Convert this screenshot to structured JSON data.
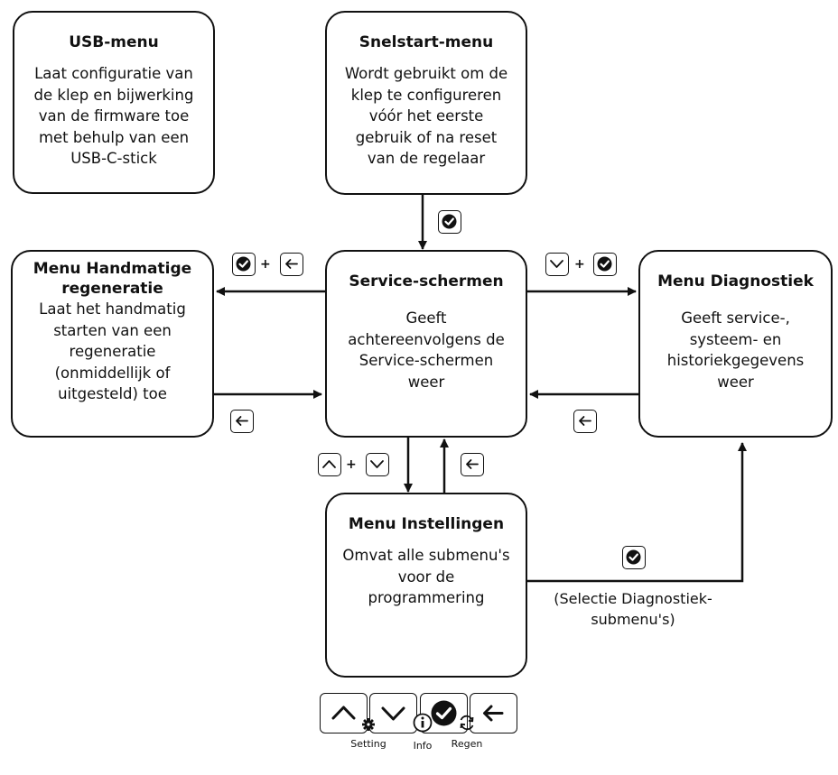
{
  "boxes": {
    "usb": {
      "title": "USB-menu",
      "body": [
        "Laat configuratie van",
        "de klep en bijwerking",
        "van de firmware toe",
        "met behulp van een",
        "USB-C-stick"
      ]
    },
    "snelstart": {
      "title": "Snelstart-menu",
      "body": [
        "Wordt gebruikt om de",
        "klep te configureren",
        "vóór het eerste",
        "gebruik of na reset",
        "van de regelaar"
      ]
    },
    "handmatig": {
      "title": [
        "Menu Handmatige",
        "regeneratie"
      ],
      "body": [
        "Laat het handmatig",
        "starten van een",
        "regeneratie",
        "(onmiddellijk of",
        "uitgesteld) toe"
      ]
    },
    "service": {
      "title": "Service-schermen",
      "body": [
        "Geeft",
        "achtereenvolgens de",
        "Service-schermen",
        "weer"
      ]
    },
    "diagnostiek": {
      "title": "Menu Diagnostiek",
      "body": [
        "Geeft service-,",
        "systeem- en",
        "historiekgegevens",
        "weer"
      ]
    },
    "instellingen": {
      "title": "Menu Instellingen",
      "body": [
        "Omvat alle submenu's",
        "voor de",
        "programmering"
      ]
    }
  },
  "connectors": {
    "plus_sign": "+",
    "diagnostiek_selection_note": [
      "(Selectie Diagnostiek-",
      "submenu's)"
    ]
  },
  "button_panel": {
    "labels": {
      "setting": "Setting",
      "info": "Info",
      "regen": "Regen"
    },
    "keys": [
      "up-arrow-icon",
      "down-arrow-icon",
      "check-icon",
      "back-arrow-icon"
    ]
  },
  "colors": {
    "line": "#111111",
    "background": "#ffffff"
  }
}
